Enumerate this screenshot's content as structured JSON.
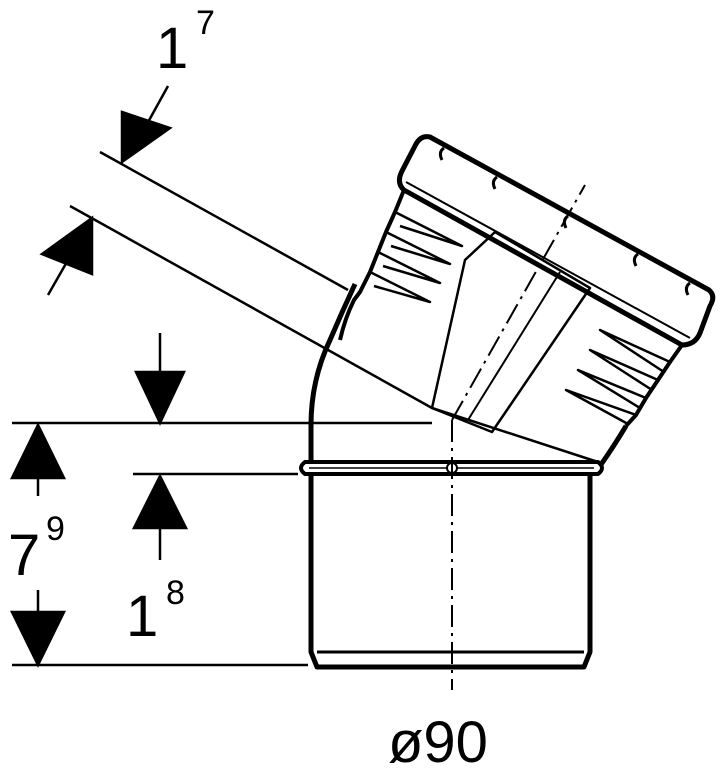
{
  "dimensions": {
    "angle_offset": {
      "base": "1",
      "sup": "7"
    },
    "total_height": {
      "base": "7",
      "sup": "9"
    },
    "socket_depth": {
      "base": "1",
      "sup": "8"
    },
    "diameter": "ø90"
  },
  "colors": {
    "line": "#000000",
    "background": "#ffffff"
  }
}
